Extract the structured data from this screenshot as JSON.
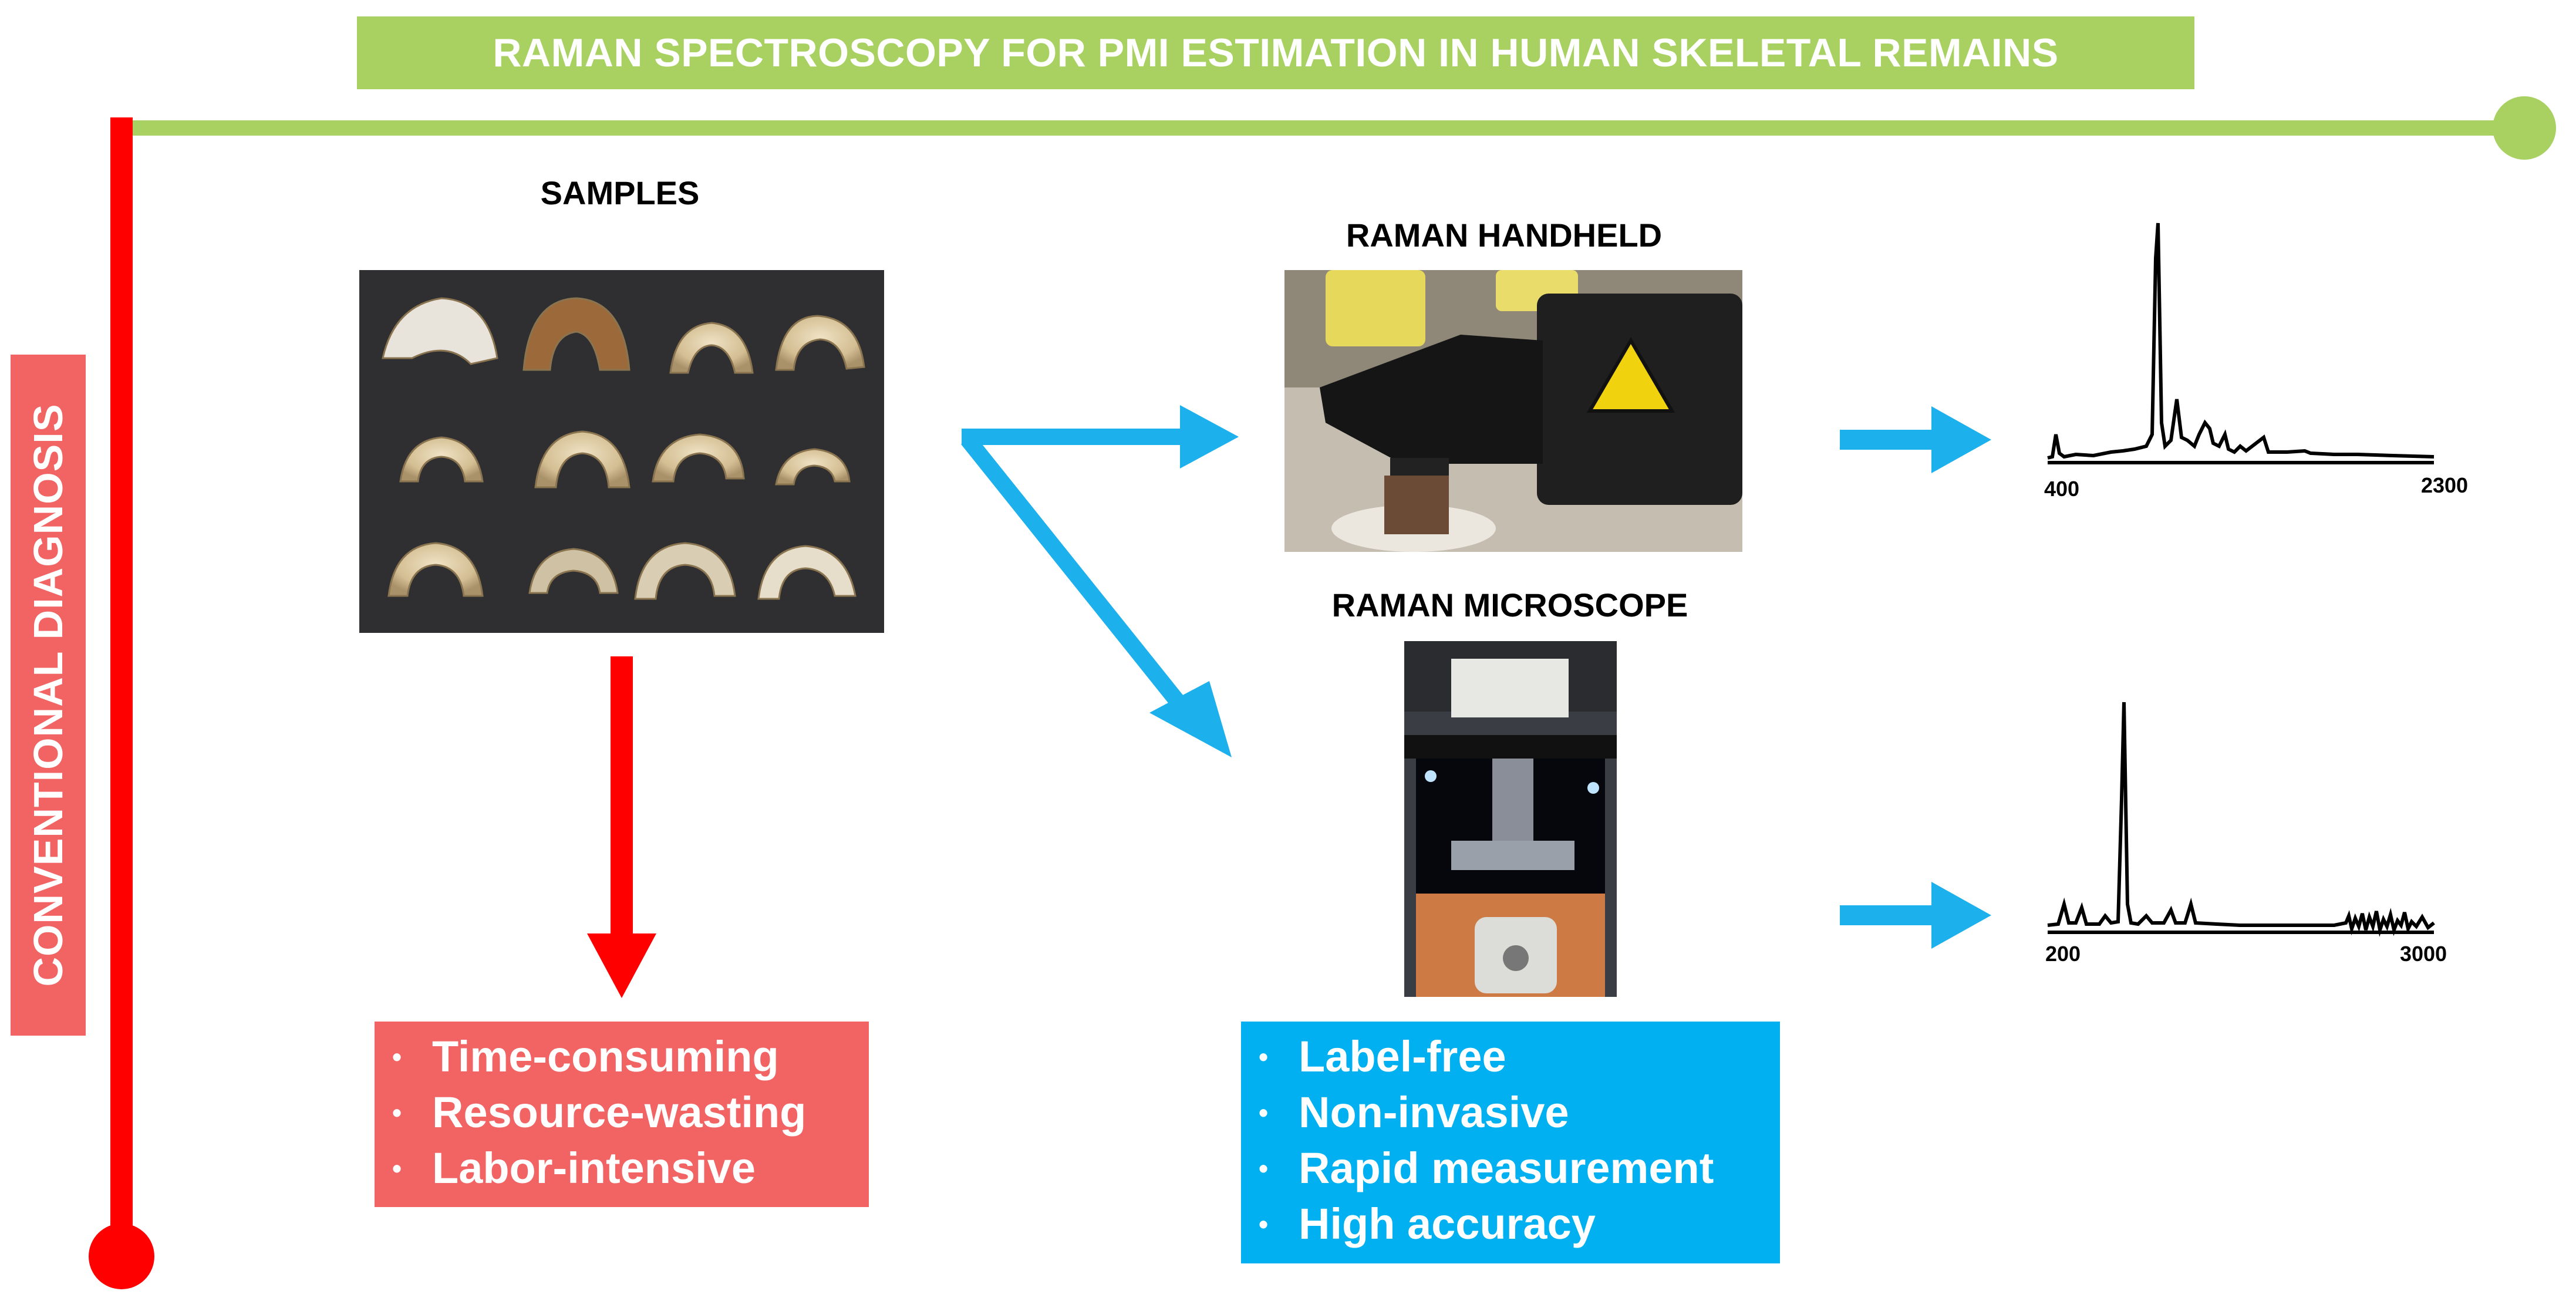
{
  "title": "RAMAN SPECTROSCOPY FOR PMI ESTIMATION IN HUMAN SKELETAL REMAINS",
  "side_label": "CONVENTIONAL DIAGNOSIS",
  "samples": {
    "caption": "SAMPLES"
  },
  "handheld": {
    "caption": "RAMAN HANDHELD"
  },
  "microscope": {
    "caption": "RAMAN  MICROSCOPE"
  },
  "conventional_drawbacks": [
    "Time-consuming",
    "Resource-wasting",
    "Labor-intensive"
  ],
  "raman_advantages": [
    "Label-free",
    "Non-invasive",
    "Rapid measurement",
    "High accuracy"
  ],
  "bullet_symbol": "•",
  "spectra": {
    "handheld": {
      "x_start": "400",
      "x_end": "2300"
    },
    "microscope": {
      "x_start": "200",
      "x_end": "3000"
    }
  },
  "colors": {
    "title_green": "#a8d161",
    "timeline_green": "#a8d161",
    "timeline_red": "#ff0000",
    "drawbacks_red": "#f26363",
    "advantages_blue": "#00b0f0",
    "arrow_blue": "#1cb0ec"
  }
}
